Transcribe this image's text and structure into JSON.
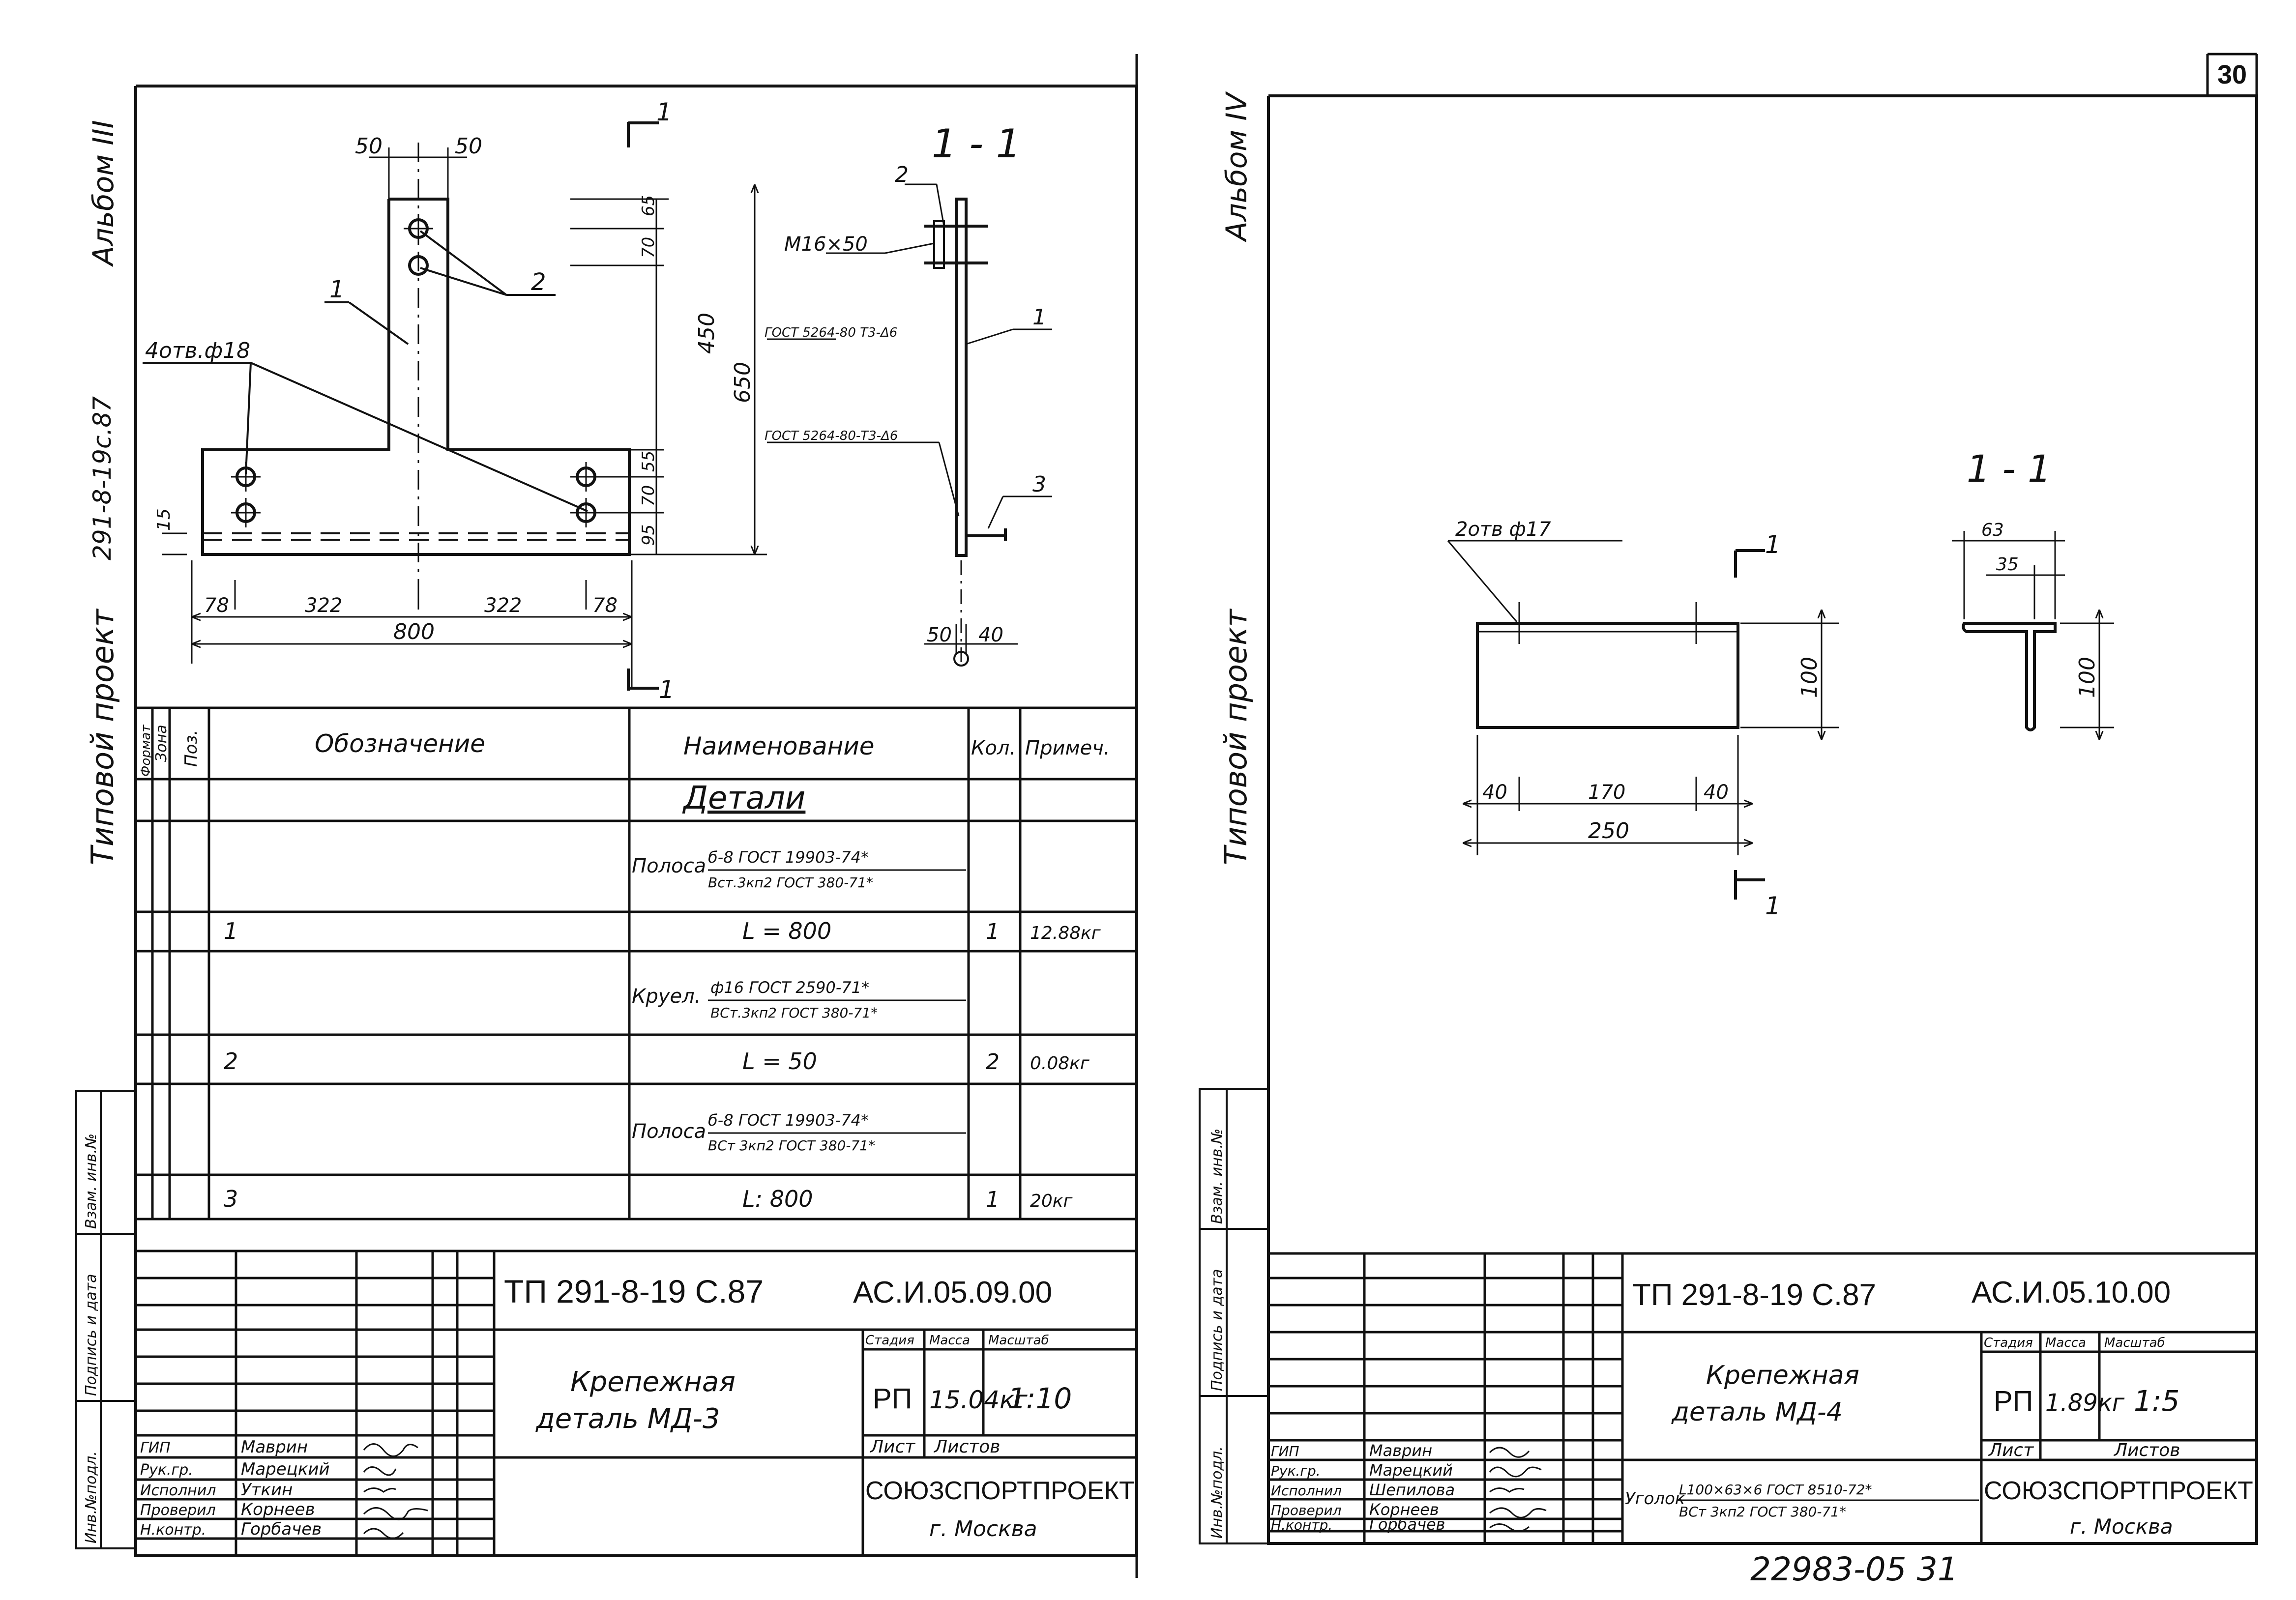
{
  "page_number": "30",
  "bottom_stamp": "22983-05 31",
  "left_sheet": {
    "side_album": "Альбом III",
    "side_project": "Типовой проект",
    "side_code": "291-8-19с.87",
    "side_stamp_labels": [
      "Инв.№подл.",
      "Подпись и дата",
      "Взам. инв.№"
    ],
    "drawing": {
      "dims": {
        "d50a": "50",
        "d50b": "50",
        "d70": "70",
        "d65": "65",
        "d450": "450",
        "d650": "650",
        "d55": "55",
        "d70b": "70",
        "d95": "95",
        "d15": "15",
        "d78a": "78",
        "d322a": "322",
        "d322b": "322",
        "d78b": "78",
        "d800": "800",
        "d50c": "50",
        "d40": "40"
      },
      "section_mark_top": "1",
      "section_mark_bottom": "1",
      "section_title": "1 - 1",
      "callout_1": "1",
      "callout_2": "2",
      "holes_note": "4отв.ф18",
      "bolt_note": "М16×50",
      "gost_1": "ГОСТ 5264-80 Т3-Δ6",
      "gost_2": "ГОСТ 5264-80-Т3-Δ6",
      "callout_sec_2": "2",
      "callout_sec_1": "1",
      "callout_sec_3": "3"
    },
    "spec": {
      "headers": [
        "Формат",
        "Зона",
        "Поз.",
        "Обозначение",
        "Наименование",
        "Кол.",
        "Примеч."
      ],
      "section_title": "Детали",
      "rows": [
        {
          "name_prefix": "Полоса",
          "name_num": "б-8 ГОСТ 19903-74*",
          "name_den": "Вст.3кп2 ГОСТ 380-71*"
        },
        {
          "pos": "1",
          "name": "L = 800",
          "qty": "1",
          "note": "12.88кг"
        },
        {
          "name_prefix": "Круел.",
          "name_num": "ф16 ГОСТ 2590-71*",
          "name_den": "ВСт.3кп2 ГОСТ 380-71*"
        },
        {
          "pos": "2",
          "name": "L = 50",
          "qty": "2",
          "note": "0.08кг"
        },
        {
          "name_prefix": "Полоса",
          "name_num": "б-8 ГОСТ 19903-74*",
          "name_den": "ВСт 3кп2 ГОСТ 380-71*"
        },
        {
          "pos": "3",
          "name": "L: 800",
          "qty": "1",
          "note": "20кг"
        }
      ]
    },
    "title_block": {
      "project_code": "ТП 291-8-19 С.87",
      "doc_code": "АС.И.05.09.00",
      "title_line1": "Крепежная",
      "title_line2": "деталь МД-3",
      "stage_label": "Стадия",
      "mass_label": "Масса",
      "scale_label": "Масштаб",
      "stage": "РП",
      "mass": "15.04кг",
      "scale": "1:10",
      "sheet_label": "Лист",
      "sheets_label": "Листов",
      "org": "СОЮЗСПОРТПРОЕКТ",
      "city": "г. Москва",
      "roles": [
        "ГИП",
        "Рук.гр.",
        "Исполнил",
        "Проверил",
        "Н.контр."
      ],
      "names": [
        "Маврин",
        "Марецкий",
        "Уткин",
        "Корнеев",
        "Горбачев"
      ]
    }
  },
  "right_sheet": {
    "side_album": "Альбом IV",
    "side_project": "Типовой проект",
    "side_stamp_labels": [
      "Инв.№подл.",
      "Подпись и дата",
      "Взам. инв.№"
    ],
    "drawing": {
      "holes_note": "2отв ф17",
      "section_mark_top": "1",
      "section_mark_bottom": "1",
      "section_title": "1 - 1",
      "dims": {
        "d100": "100",
        "d40a": "40",
        "d170": "170",
        "d40b": "40",
        "d250": "250",
        "d63": "63",
        "d35": "35",
        "d100b": "100"
      }
    },
    "title_block": {
      "project_code": "ТП 291-8-19 С.87",
      "doc_code": "АС.И.05.10.00",
      "title_line1": "Крепежная",
      "title_line2": "деталь МД-4",
      "stage_label": "Стадия",
      "mass_label": "Масса",
      "scale_label": "Масштаб",
      "stage": "РП",
      "mass": "1.89кг",
      "scale": "1:5",
      "sheet_label": "Лист",
      "sheets_label": "Листов",
      "org": "СОЮЗСПОРТПРОЕКТ",
      "city": "г. Москва",
      "material_prefix": "Уголок",
      "material_num": "L100×63×6 ГОСТ 8510-72*",
      "material_den": "ВСт 3кп2 ГОСТ 380-71*",
      "roles": [
        "ГИП",
        "Рук.гр.",
        "Исполнил",
        "Проверил",
        "Н.контр."
      ],
      "names": [
        "Маврин",
        "Марецкий",
        "Шепилова",
        "Корнеев",
        "Горбачев"
      ]
    }
  }
}
